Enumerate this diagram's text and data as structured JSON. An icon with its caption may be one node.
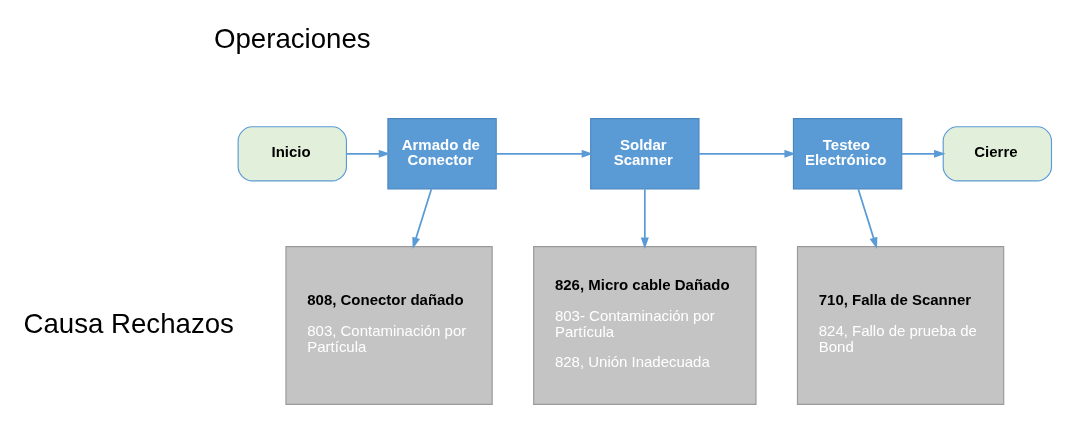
{
  "diagram": {
    "nodes": [
      {
        "text": [
          "Inicio"
        ]
      },
      {
        "text": [
          "Armado de Conector"
        ]
      },
      {
        "text": [
          "Soldar Scanner"
        ]
      },
      {
        "text": [
          "Testeo Electrónico"
        ]
      },
      {
        "text": [
          "Cierre"
        ]
      },
      {
        "text": [
          "808, Conector dañado",
          "803, Contaminación por Partícula"
        ]
      },
      {
        "text": [
          "826, Micro cable Dañado",
          "803- Contaminación por Partícula",
          "828, Unión Inadecuada"
        ]
      },
      {
        "text": [
          "710, Falla de Scanner",
          "824, Fallo de prueba de Bond"
        ]
      }
    ],
    "edges": [
      {
        "from": 0,
        "to": 1,
        "arrow": "to"
      },
      {
        "from": 1,
        "to": 2,
        "arrow": "to"
      },
      {
        "from": 2,
        "to": 3,
        "arrow": "to"
      },
      {
        "from": 3,
        "to": 4,
        "arrow": "to"
      },
      {
        "from": 1,
        "to": 5,
        "arrow": "to"
      },
      {
        "from": 2,
        "to": 6,
        "arrow": "to"
      },
      {
        "from": 3,
        "to": 7,
        "arrow": "to"
      }
    ],
    "labels": [
      "Operaciones",
      "Causa Rechazos"
    ]
  }
}
